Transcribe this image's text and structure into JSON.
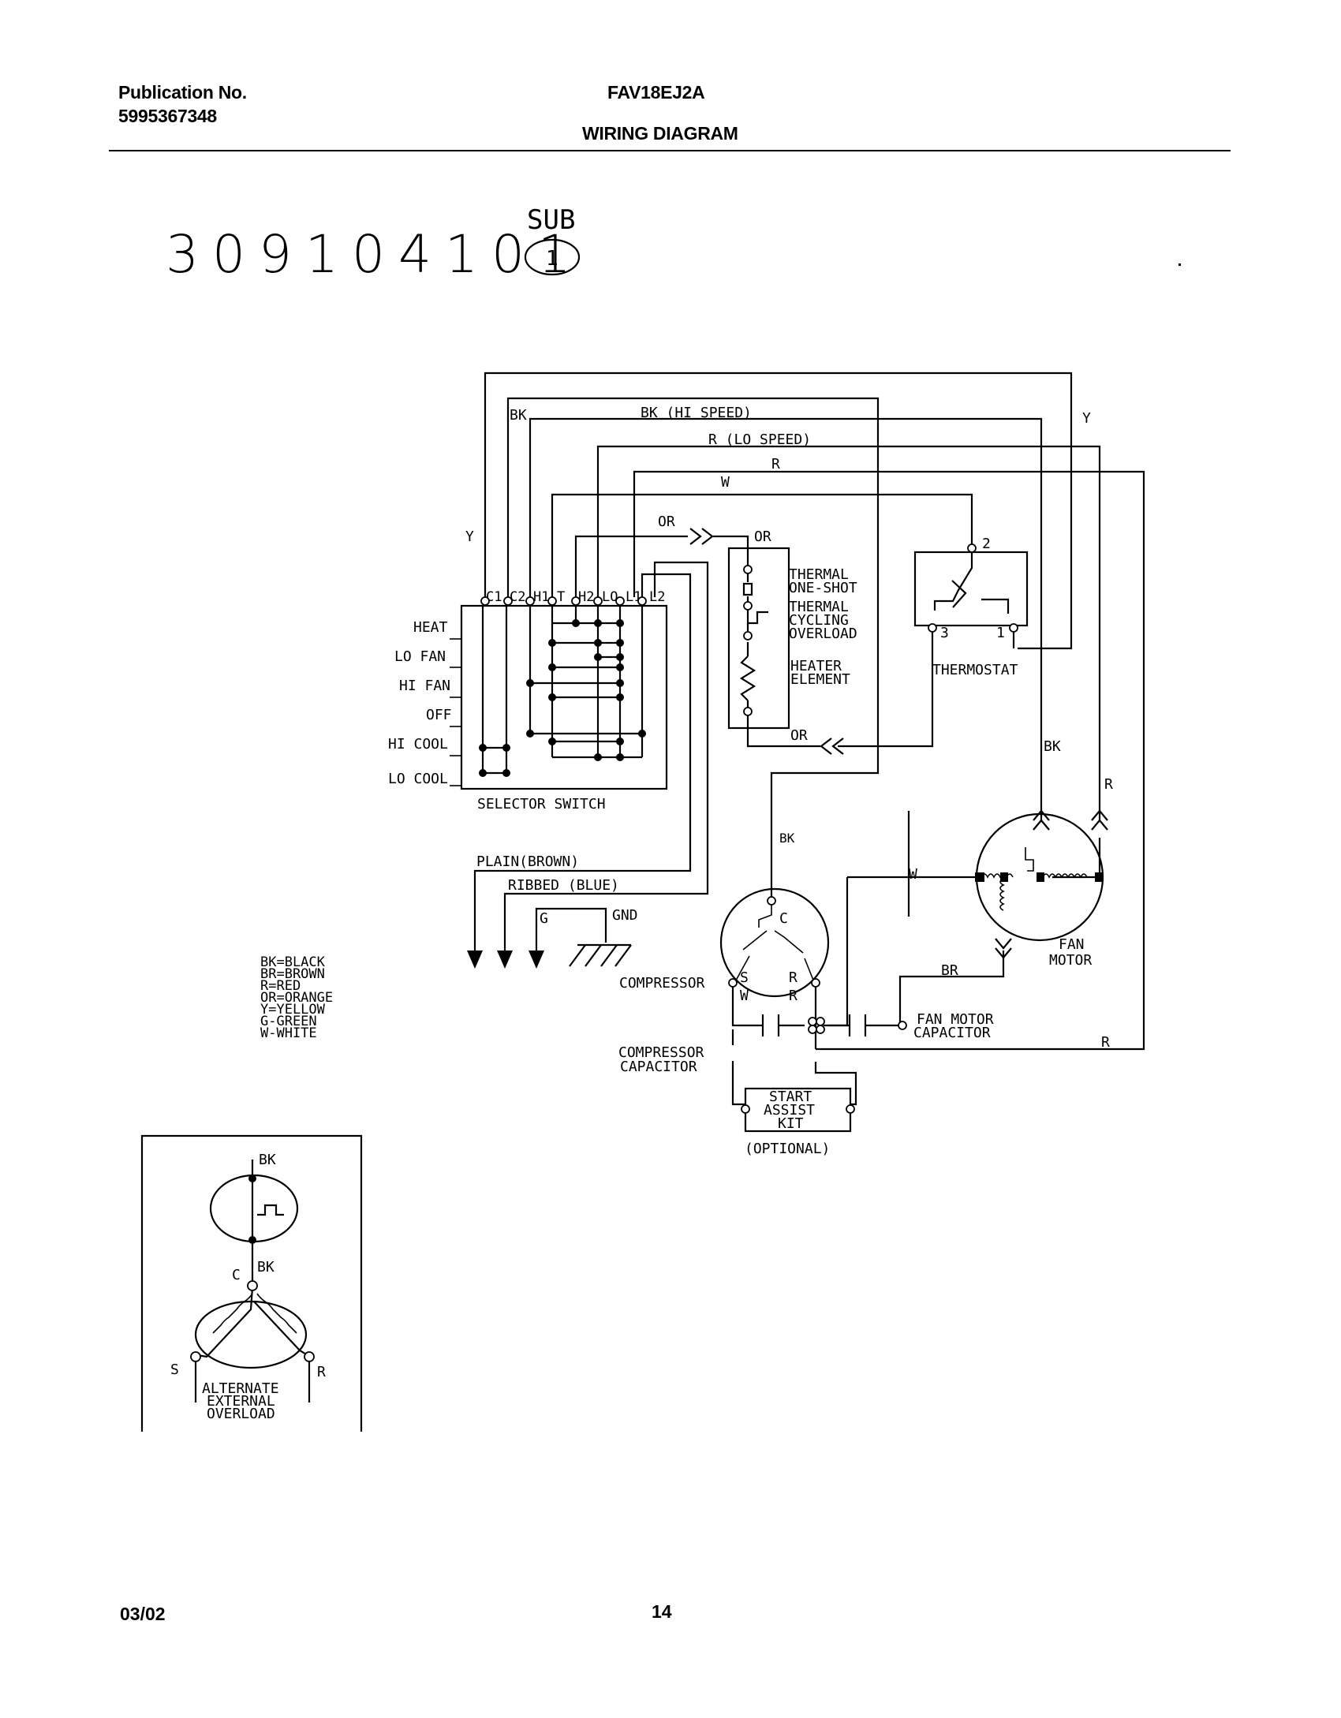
{
  "header": {
    "publication_label": "Publication No.",
    "publication_number": "5995367348",
    "model": "FAV18EJ2A",
    "title": "WIRING DIAGRAM"
  },
  "document_number": "309104101",
  "sub": {
    "label": "SUB",
    "number": "1"
  },
  "wire_labels": {
    "bk": "BK",
    "bk_hi_speed": "BK (HI SPEED)",
    "r_lo_speed": "R (LO SPEED)",
    "r": "R",
    "w": "W",
    "y": "Y",
    "or": "OR",
    "br": "BR",
    "g": "G",
    "gnd": "GND",
    "plain_brown": "PLAIN(BROWN)",
    "ribbed_blue": "RIBBED (BLUE)"
  },
  "selector_switch": {
    "title": "SELECTOR SWITCH",
    "positions": [
      "HEAT",
      "LO FAN",
      "HI FAN",
      "OFF",
      "HI COOL",
      "LO COOL"
    ],
    "terminals": [
      "C1",
      "C2",
      "H1",
      "T",
      "H2",
      "LO",
      "L1",
      "L2"
    ]
  },
  "heater": {
    "thermal_one_shot": [
      "THERMAL",
      "ONE-SHOT"
    ],
    "thermal_cycling_overload": [
      "THERMAL",
      "CYCLING",
      "OVERLOAD"
    ],
    "heater_element": [
      "HEATER",
      "ELEMENT"
    ]
  },
  "thermostat": {
    "label": "THERMOSTAT",
    "terminals": [
      "2",
      "3",
      "1"
    ]
  },
  "fan_motor": {
    "label": [
      "FAN",
      "MOTOR"
    ]
  },
  "fan_motor_capacitor": {
    "label": [
      "FAN MOTOR",
      "CAPACITOR"
    ]
  },
  "compressor": {
    "label": "COMPRESSOR",
    "terminals": {
      "c": "C",
      "s": "S",
      "r": "R"
    }
  },
  "compressor_capacitor": {
    "label": [
      "COMPRESSOR",
      "CAPACITOR"
    ]
  },
  "start_assist_kit": {
    "label": [
      "START",
      "ASSIST",
      "KIT"
    ],
    "note": "(OPTIONAL)"
  },
  "color_legend": [
    "BK=BLACK",
    "BR=BROWN",
    "R=RED",
    "OR=ORANGE",
    "Y=YELLOW",
    "G-GREEN",
    "W-WHITE"
  ],
  "alternate_overload": {
    "label": [
      "ALTERNATE",
      "EXTERNAL",
      "OVERLOAD"
    ],
    "bk": "BK",
    "c": "C",
    "s": "S",
    "r": "R"
  },
  "footer": {
    "date": "03/02",
    "page": "14"
  }
}
